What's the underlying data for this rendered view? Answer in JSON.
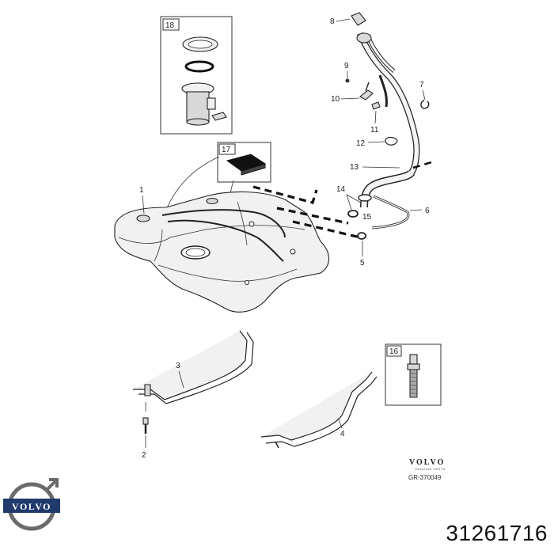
{
  "callouts": {
    "c1": "1",
    "c2": "2",
    "c3": "3",
    "c4": "4",
    "c5": "5",
    "c6": "6",
    "c7": "7",
    "c8": "8",
    "c9": "9",
    "c10": "10",
    "c11": "11",
    "c12": "12",
    "c13": "13",
    "c14": "14",
    "c15": "15",
    "c16": "16",
    "c17": "17",
    "c18": "18"
  },
  "brand": {
    "name": "VOLVO",
    "subtitle": "GENUINE PARTS",
    "diagram_ref": "GR-370049"
  },
  "logo": {
    "text": "VOLVO",
    "color": "#1f3a6b"
  },
  "part_number": "31261716"
}
